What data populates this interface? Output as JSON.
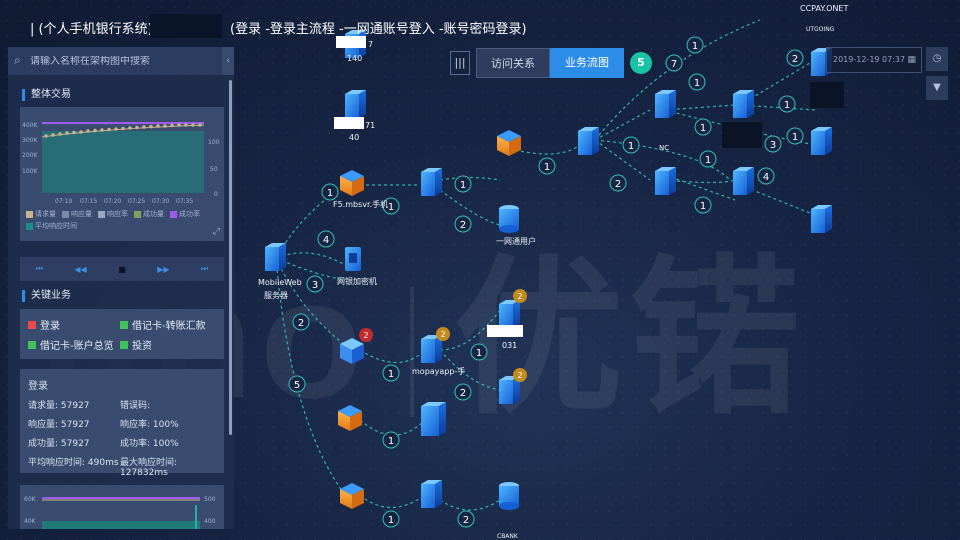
{
  "header": {
    "title_prefix": "| (个人手机银行系统) =>",
    "title_flow": "(登录 -登录主流程 -一网通账号登入 -账号密码登录)"
  },
  "watermark": {
    "latin": "uno",
    "cjk": "优锘"
  },
  "search": {
    "placeholder": "请输入名称在架构图中搜索"
  },
  "overall": {
    "title": "整体交易",
    "y_ticks_left": [
      "400K",
      "300K",
      "200K",
      "100K"
    ],
    "y_ticks_right": [
      "100",
      "50",
      "0"
    ],
    "x_ticks": [
      "07:10",
      "07:15",
      "07:20",
      "07:25",
      "07:30",
      "07:35"
    ],
    "legend": [
      {
        "label": "请求量",
        "color": "#c8b48a"
      },
      {
        "label": "响应量",
        "color": "#7a8aa8"
      },
      {
        "label": "响应率",
        "color": "#9aa8c2"
      },
      {
        "label": "成功量",
        "color": "#7fa35a"
      },
      {
        "label": "成功率",
        "color": "#a15af0"
      },
      {
        "label": "平均响应时间",
        "color": "#1a8f86"
      }
    ]
  },
  "key_business": {
    "title": "关键业务",
    "items": [
      {
        "label": "登录",
        "color": "#e84a4a"
      },
      {
        "label": "借记卡-转账汇款",
        "color": "#3fc25a"
      },
      {
        "label": "借记卡-账户总览",
        "color": "#3fc25a"
      },
      {
        "label": "投资",
        "color": "#3fc25a"
      }
    ]
  },
  "login_stats": {
    "title": "登录",
    "rows": [
      [
        "请求量: 57927",
        "错误码:"
      ],
      [
        "响应量: 57927",
        "响应率: 100%"
      ],
      [
        "成功量: 57927",
        "成功率: 100%"
      ],
      [
        "平均响应时间: 490ms",
        "最大响应时间: 127832ms"
      ]
    ]
  },
  "mini_chart": {
    "y_left": [
      "60K",
      "40K"
    ],
    "y_right": [
      "500",
      "400"
    ]
  },
  "toolbar": {
    "tab_access": "访问关系",
    "tab_flow": "业务流图",
    "count": "5",
    "date": "2019-12-19 07:37"
  },
  "nodes": {
    "n140": "140",
    "n71": "71",
    "n40": "40",
    "f5": "F5.mbsvr.手机",
    "mobileweb": "MobileWeb",
    "server": "服务器",
    "encrypt": "网银加密机",
    "ywt": "一网通用户",
    "mopay": "mopayapp-手",
    "n031": "031",
    "ccpay": "CCPAY.ONET",
    "utgoing": "UTGOING",
    "nc": "NC",
    "cbank": "CBANK"
  },
  "edges": [
    "1",
    "1",
    "2",
    "1",
    "1",
    "2",
    "1",
    "4",
    "3",
    "2",
    "5",
    "1",
    "2",
    "1",
    "2",
    "1",
    "1",
    "7",
    "1",
    "1",
    "1",
    "1",
    "3",
    "1",
    "2",
    "4",
    "1",
    "1",
    "2"
  ],
  "badges": [
    "2",
    "2",
    "2",
    "2"
  ]
}
